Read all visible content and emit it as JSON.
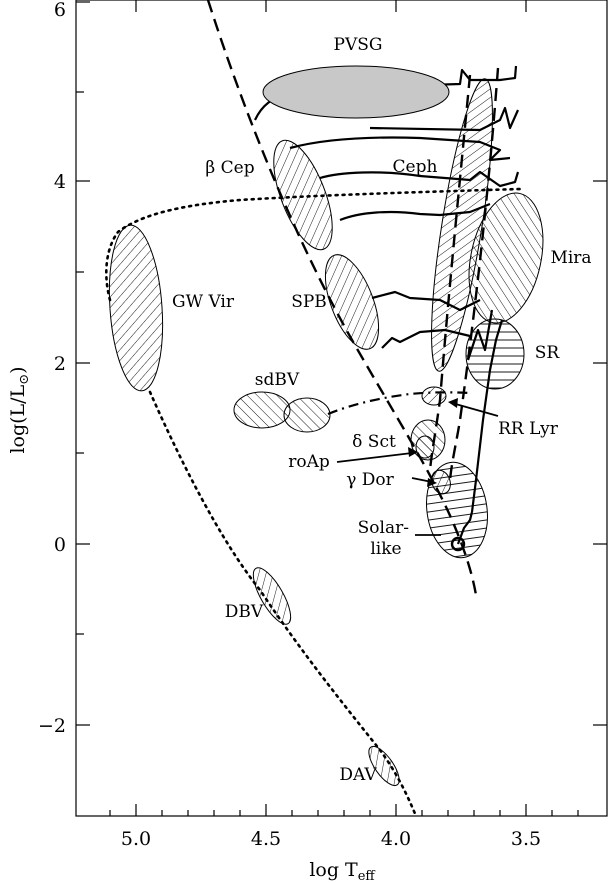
{
  "chart_data": {
    "type": "scatter",
    "title": "",
    "xlabel": "log T",
    "xlabel_sub": "eff",
    "ylabel": "log(L/L",
    "ylabel_sub": "⊙",
    "ylabel_end": ")",
    "xlim": [
      5.2,
      3.25
    ],
    "ylim": [
      -3,
      6
    ],
    "x_reversed": true,
    "grid": false,
    "xticks": [
      {
        "value": 5.0,
        "label": "5.0"
      },
      {
        "value": 4.5,
        "label": "4.5"
      },
      {
        "value": 4.0,
        "label": "4.0"
      },
      {
        "value": 3.5,
        "label": "3.5"
      }
    ],
    "yticks": [
      {
        "value": -2,
        "label": "−2"
      },
      {
        "value": 0,
        "label": "0"
      },
      {
        "value": 2,
        "label": "2"
      },
      {
        "value": 4,
        "label": "4"
      },
      {
        "value": 6,
        "label": "6"
      }
    ],
    "regions": [
      {
        "name": "PVSG",
        "label": "PVSG",
        "center": [
          4.15,
          5.0
        ],
        "shading": "solid"
      },
      {
        "name": "beta-cep",
        "label": "β Cep",
        "center": [
          4.37,
          3.8
        ],
        "shading": "hatch-right"
      },
      {
        "name": "ceph",
        "label": "Ceph",
        "center": [
          3.78,
          3.6
        ],
        "shading": "hatch-right"
      },
      {
        "name": "mira",
        "label": "Mira",
        "center": [
          3.58,
          3.15
        ],
        "shading": "hatch-left"
      },
      {
        "name": "gw-vir",
        "label": "GW Vir",
        "center": [
          4.97,
          2.6
        ],
        "shading": "hatch-right"
      },
      {
        "name": "spb",
        "label": "SPB",
        "center": [
          4.24,
          2.6
        ],
        "shading": "hatch-right"
      },
      {
        "name": "sr",
        "label": "SR",
        "center": [
          3.6,
          2.1
        ],
        "shading": "horizontal"
      },
      {
        "name": "sdbv",
        "label": "sdBV",
        "center": [
          4.45,
          1.45
        ],
        "shading": "hatch-left"
      },
      {
        "name": "rr-lyr",
        "label": "RR Lyr",
        "center": [
          3.83,
          1.6
        ],
        "shading": "hatch-right"
      },
      {
        "name": "delta-sct",
        "label": "δ Sct",
        "center": [
          3.9,
          1.15
        ],
        "shading": "hatch-left"
      },
      {
        "name": "roap",
        "label": "roAp",
        "center": [
          3.88,
          1.05
        ],
        "shading": "hatch-left"
      },
      {
        "name": "gamma-dor",
        "label": "γ Dor",
        "center": [
          3.85,
          0.7
        ],
        "shading": "hatch-right"
      },
      {
        "name": "solar-like",
        "label": "Solar-\nlike",
        "center": [
          3.73,
          0.4
        ],
        "shading": "horizontal"
      },
      {
        "name": "dbv",
        "label": "DBV",
        "center": [
          4.42,
          -0.45
        ],
        "shading": "hatch-right"
      },
      {
        "name": "dav",
        "label": "DAV",
        "center": [
          4.06,
          -2.45
        ],
        "shading": "hatch-right"
      }
    ],
    "curves": [
      {
        "name": "zams",
        "style": "dashed"
      },
      {
        "name": "white-dwarf-cooling",
        "style": "dotted"
      },
      {
        "name": "horizontal-branch",
        "style": "dash-dot"
      },
      {
        "name": "instability-strip",
        "style": "dashed"
      },
      {
        "name": "evolutionary-tracks",
        "style": "solid"
      }
    ]
  }
}
